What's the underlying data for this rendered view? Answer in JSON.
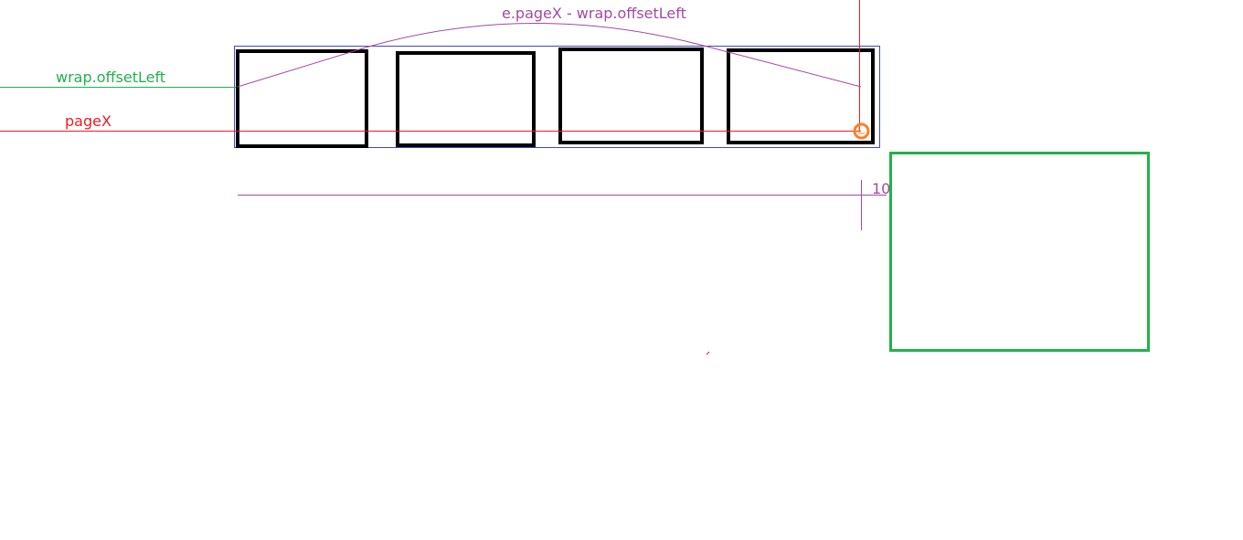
{
  "labels": {
    "distance": "e.pageX - wrap.offsetLeft",
    "offset_left": "wrap.offsetLeft",
    "page_x": "pageX",
    "gap": "10"
  },
  "colors": {
    "offset_left": "#22b14c",
    "page_x": "#ed1c24",
    "distance": "#a349a4",
    "wrap": "#3f48cc",
    "preview": "#22b14c",
    "cursor": "#ff7f27",
    "thumbnail": "#000000"
  },
  "thumbnails": [
    {
      "name": "thumbnail-1"
    },
    {
      "name": "thumbnail-2"
    },
    {
      "name": "thumbnail-3"
    },
    {
      "name": "thumbnail-4"
    }
  ]
}
